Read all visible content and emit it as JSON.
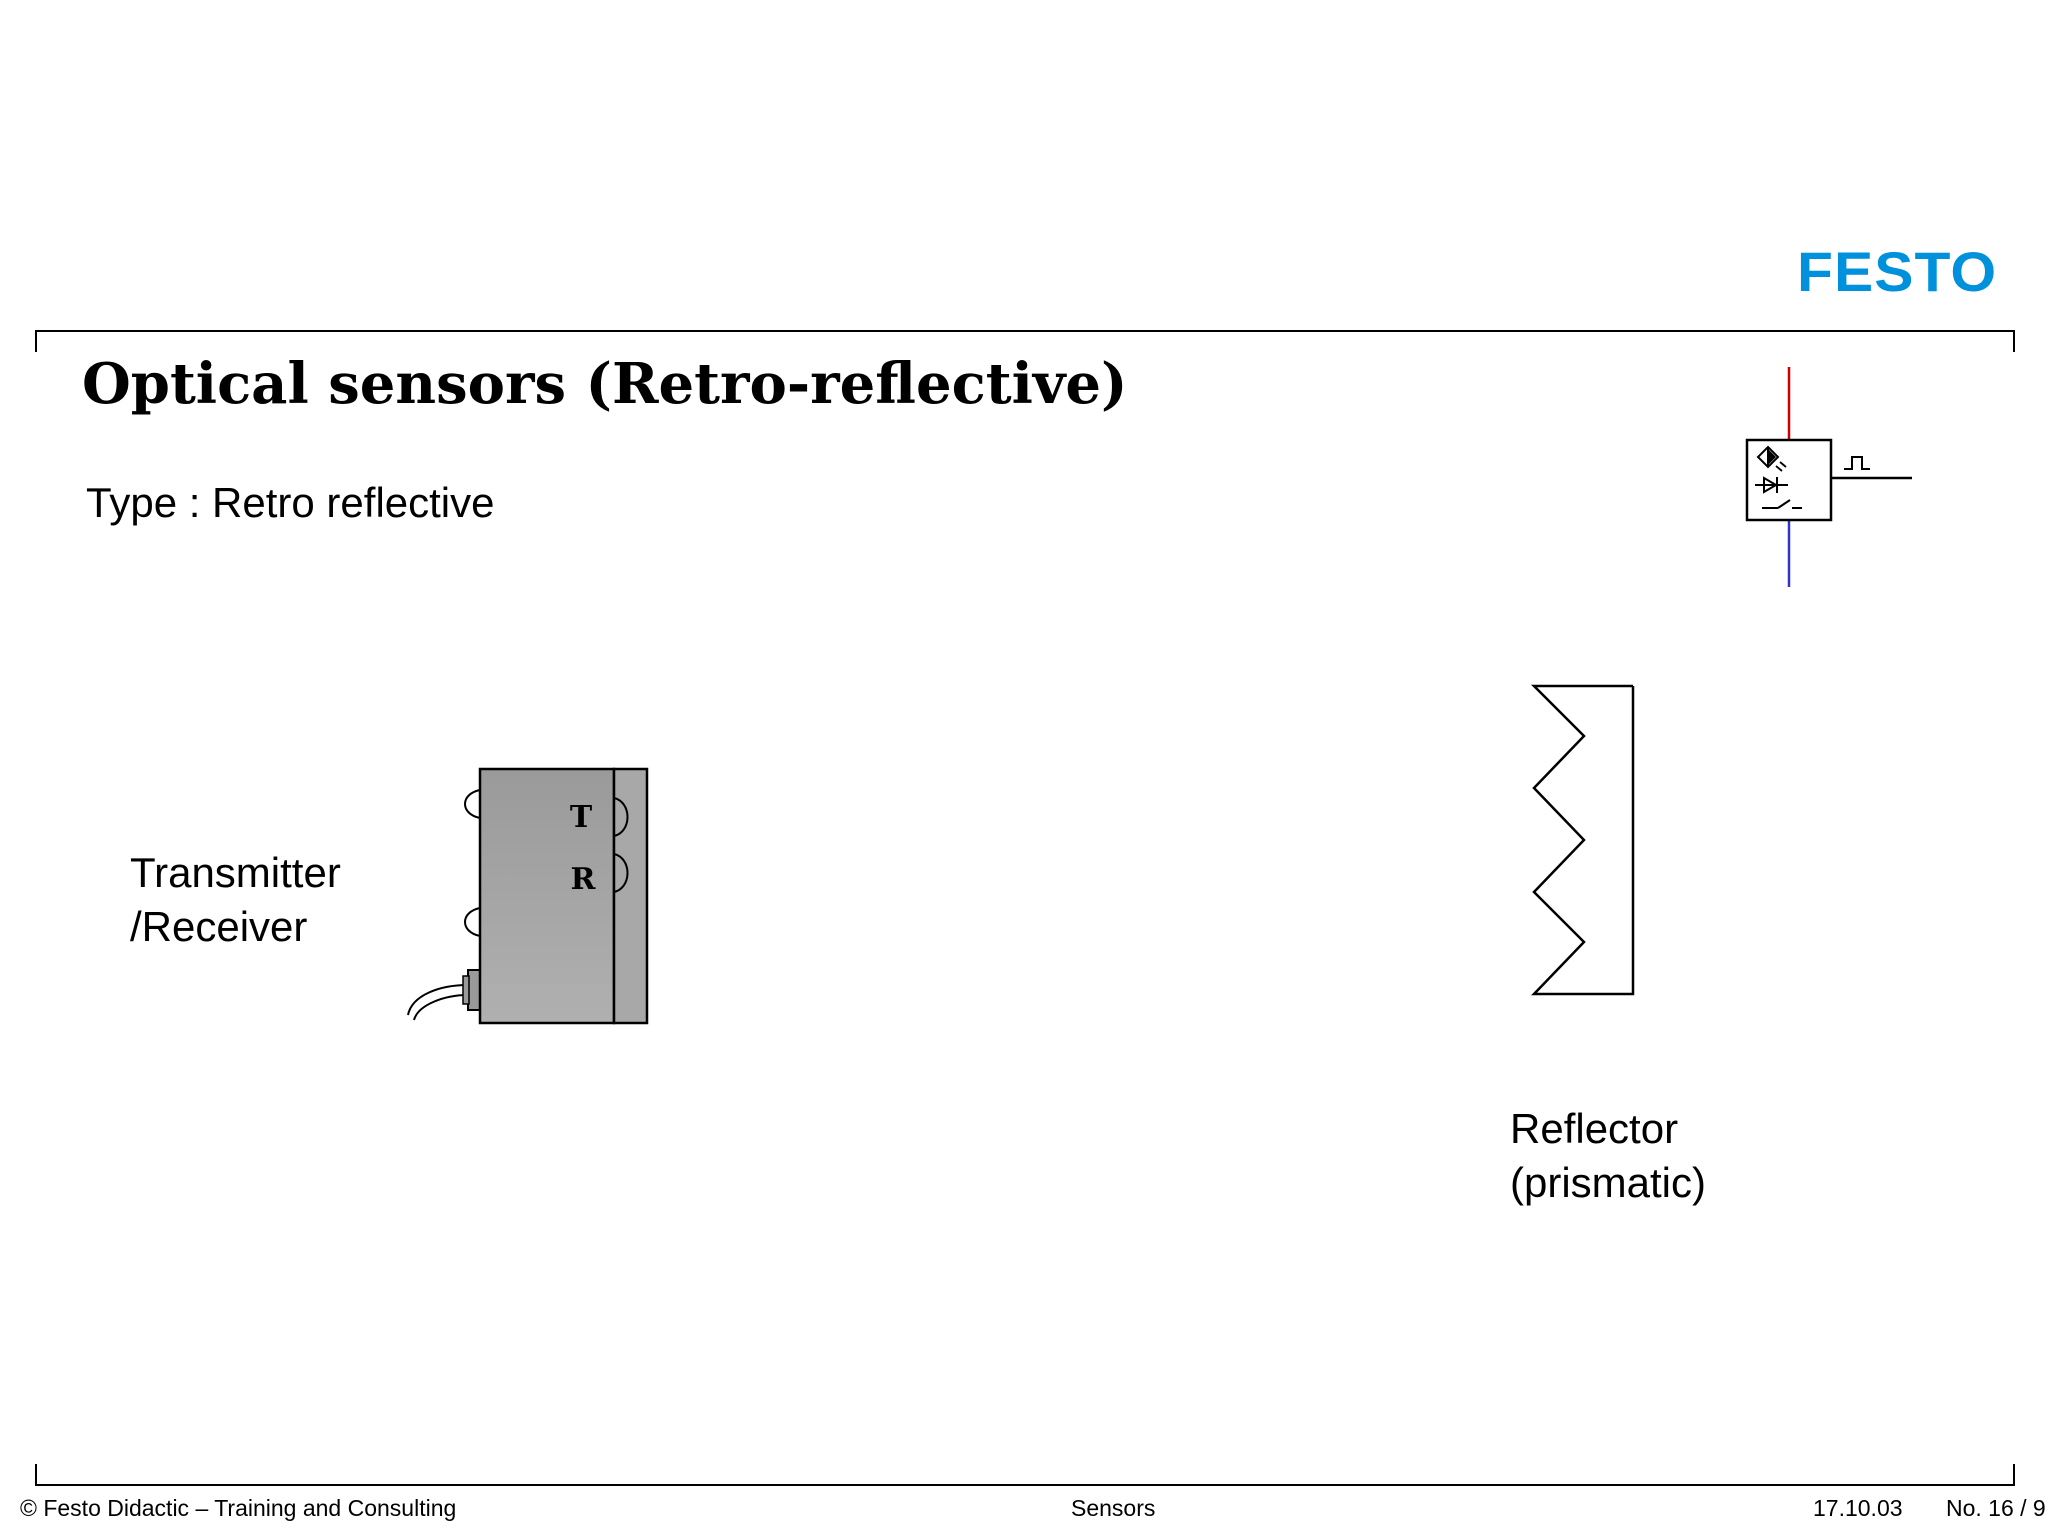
{
  "header": {
    "logo_text": "FESTO",
    "title": "Optical sensors (Retro-reflective)"
  },
  "main": {
    "type_line": "Type : Retro reflective",
    "transmitter_label_line1": "Transmitter",
    "transmitter_label_line2": "/Receiver",
    "sensor_letter_t": "T",
    "sensor_letter_r": "R",
    "reflector_label_line1": "Reflector",
    "reflector_label_line2": "(prismatic)"
  },
  "footer": {
    "left": "© Festo Didactic – Training and Consulting",
    "center": "Sensors",
    "date": "17.10.03",
    "page": "No. 16 / 9"
  },
  "colors": {
    "brand": "#0091dc",
    "sensor_body": "#a8a8a8",
    "symbol_red": "#cc0000",
    "symbol_blue": "#3333cc"
  },
  "icons": [
    "festo-logo",
    "optical-sensor-symbol-icon",
    "sensor-device-icon",
    "prismatic-reflector-icon"
  ]
}
